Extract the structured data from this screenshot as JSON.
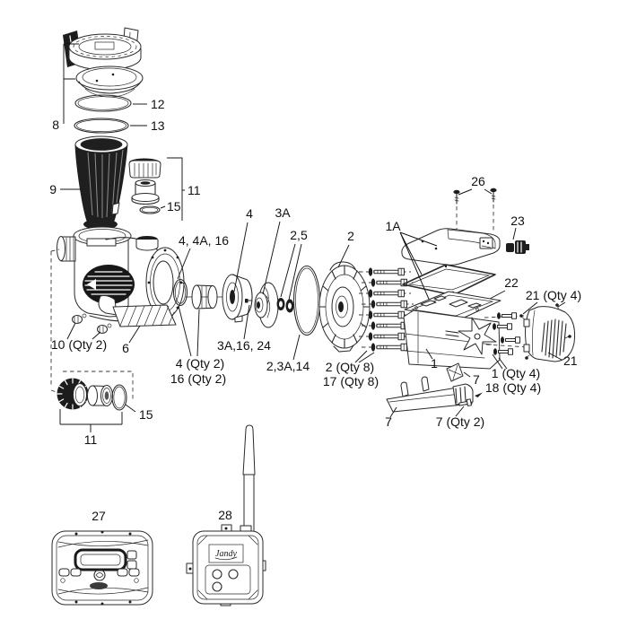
{
  "diagram": {
    "type": "exploded-parts-diagram",
    "subject": "pool pump exploded parts view with wireless controller",
    "colors": {
      "background": "#ffffff",
      "line": "#2a2a2a",
      "dark_fill": "#1d1d1d",
      "text": "#101010"
    },
    "labels": {
      "l12": "12",
      "l13": "13",
      "l8": "8",
      "l9": "9",
      "l11_top": "11",
      "l15_top": "15",
      "l4_4a_16": "4, 4A, 16",
      "l4": "4",
      "l3a": "3A",
      "l2_5": "2,5",
      "l2": "2",
      "l1a": "1A",
      "l26": "26",
      "l23": "23",
      "l22": "22",
      "l21_qty4": "21 (Qty 4)",
      "l21": "21",
      "l3a_16_24": "3A,16, 24",
      "l4_qty2": "4 (Qty 2)",
      "l16_qty2": "16 (Qty 2)",
      "l2_3a_14": "2,3A,14",
      "l2_qty8": "2 (Qty 8)",
      "l17_qty8": "17 (Qty 8)",
      "l1": "1",
      "l1_qty4": "1 (Qty 4)",
      "l18_qty4": "18 (Qty 4)",
      "l7_small": "7",
      "l7_base": "7",
      "l7_qty2": "7 (Qty 2)",
      "l15_bottom": "15",
      "l11_bottom": "11",
      "l10_qty2": "10 (Qty 2)",
      "l6": "6",
      "l27": "27",
      "l28": "28",
      "brand": "Jandy"
    }
  }
}
